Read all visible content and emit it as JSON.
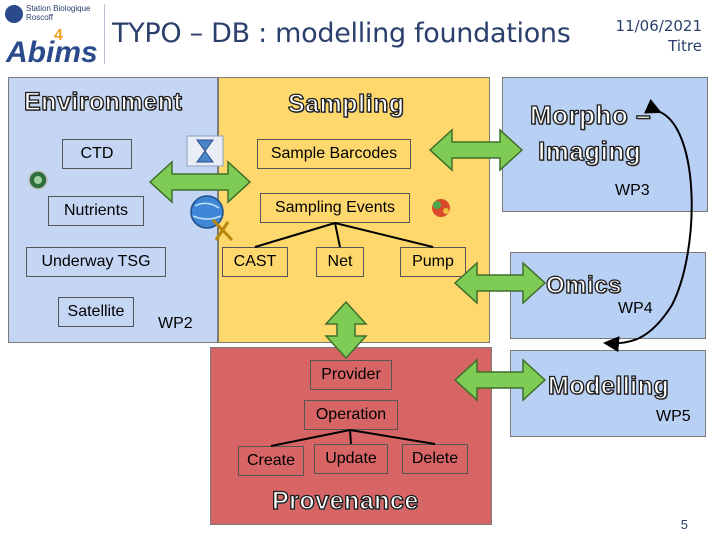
{
  "slide": {
    "title": "TYPO – DB : modelling foundations",
    "date": "11/06/2021",
    "footer_label": "Titre",
    "page_number": "5"
  },
  "logo": {
    "institution_line1": "Station Biologique",
    "institution_line2": "Roscoff",
    "name": "Abims"
  },
  "environment": {
    "heading": "Environment",
    "boxes": [
      "CTD",
      "Nutrients",
      "Underway TSG",
      "Satellite"
    ],
    "wp_label": "WP2"
  },
  "sampling": {
    "heading": "Sampling",
    "barcodes": "Sample Barcodes",
    "events": "Sampling Events",
    "methods": [
      "CAST",
      "Net",
      "Pump"
    ]
  },
  "provenance": {
    "heading": "Provenance",
    "provider": "Provider",
    "operation": "Operation",
    "actions": [
      "Create",
      "Update",
      "Delete"
    ]
  },
  "morpho": {
    "heading_line1": "Morpho –",
    "heading_line2": "Imaging",
    "wp_label": "WP3"
  },
  "omics": {
    "heading": "Omics",
    "wp_label": "WP4"
  },
  "modelling": {
    "heading": "Modelling",
    "wp_label": "WP5"
  },
  "colors": {
    "environment_bg": "#c4d6f4",
    "sampling_bg": "#fed86c",
    "provenance_bg": "#d76565",
    "workpackage_bg": "#b9d0f5",
    "arrow_fill": "#7ecb56",
    "title_color": "#2a3f6b"
  },
  "icons": [
    "hourglass-icon",
    "globe-icon",
    "tool-icon",
    "seal-icon"
  ]
}
